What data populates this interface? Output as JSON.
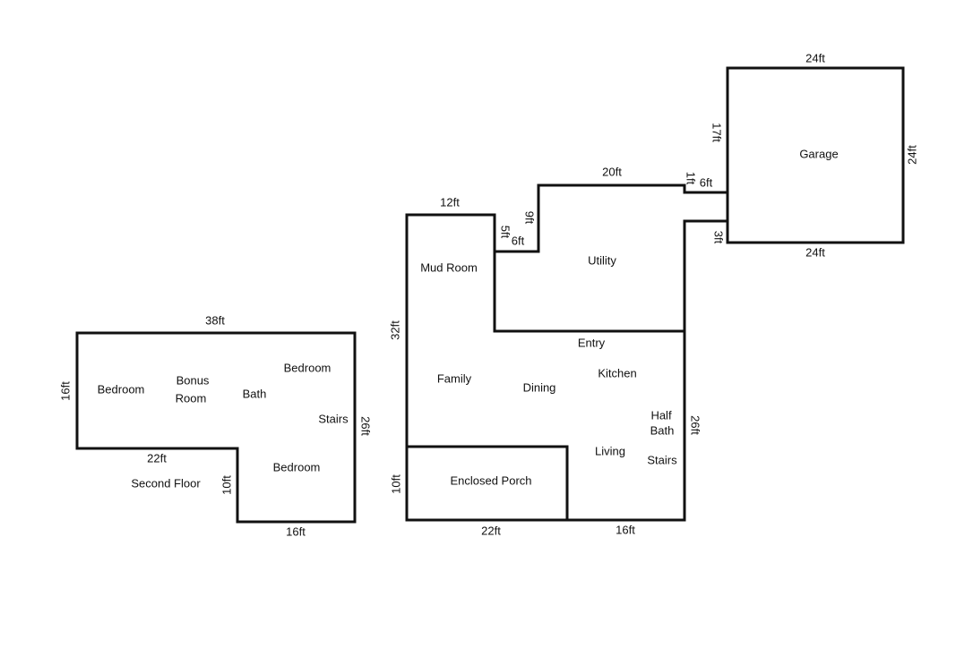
{
  "second_floor": {
    "caption": "Second Floor",
    "rooms": {
      "bedroom_west": "Bedroom",
      "bonus_room_line1": "Bonus",
      "bonus_room_line2": "Room",
      "bath": "Bath",
      "bedroom_north": "Bedroom",
      "stairs": "Stairs",
      "bedroom_south": "Bedroom"
    },
    "dimensions": {
      "top": "38ft",
      "left": "16ft",
      "right": "26ft",
      "inner_bottom": "22ft",
      "inner_step": "10ft",
      "bottom": "16ft"
    }
  },
  "first_floor": {
    "rooms": {
      "mud_room": "Mud Room",
      "utility": "Utility",
      "entry": "Entry",
      "family": "Family",
      "dining": "Dining",
      "kitchen": "Kitchen",
      "half_bath_line1": "Half",
      "half_bath_line2": "Bath",
      "living": "Living",
      "stairs": "Stairs",
      "enclosed_porch": "Enclosed Porch"
    },
    "dimensions": {
      "mud_room_top": "12ft",
      "left_upper": "32ft",
      "left_lower": "10ft",
      "step_5": "5ft",
      "step_6": "6ft",
      "step_9": "9ft",
      "utility_top": "20ft",
      "garage_link_1": "1ft",
      "garage_link_6": "6ft",
      "garage_link_3": "3ft",
      "right": "26ft",
      "bottom_porch": "22ft",
      "bottom_right": "16ft"
    }
  },
  "garage": {
    "label": "Garage",
    "dimensions": {
      "top": "24ft",
      "bottom": "24ft",
      "left": "17ft",
      "right": "24ft"
    }
  }
}
